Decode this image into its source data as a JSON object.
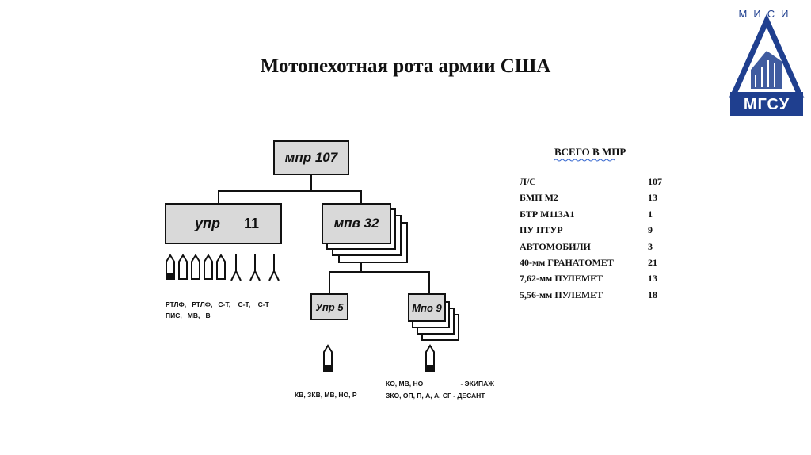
{
  "slide": {
    "title": "Мотопехотная рота армии США"
  },
  "logo": {
    "abbr": "МИСИ",
    "name": "МГСУ",
    "color": "#1f3f8f"
  },
  "diagram": {
    "root": {
      "label": "мпр 107"
    },
    "hq": {
      "label": "упр",
      "count": "11"
    },
    "platoon": {
      "label": "мпв 32"
    },
    "hq_platoon": {
      "label": "Упр 5"
    },
    "squad": {
      "label": "Мпо 9"
    },
    "hq_personnel_line1": "РТЛФ,   РТЛФ,   С-Т,    С-Т,    С-Т",
    "hq_personnel_line2": "ПИС,   МВ,   В",
    "hq_platoon_personnel": "КВ, ЗКВ, МВ, НО, Р",
    "squad_personnel_line1": "КО, МВ, НО                    - ЭКИПАЖ",
    "squad_personnel_line2": "ЗКО, ОП, П, А, А, СГ - ДЕСАНТ"
  },
  "summary": {
    "title": "ВСЕГО  В  МПР",
    "rows": [
      {
        "label": "Л/С",
        "value": "107"
      },
      {
        "label": "БМП М2",
        "value": "13"
      },
      {
        "label": "БТР М113А1",
        "value": "1"
      },
      {
        "label": "ПУ ПТУР",
        "value": "9"
      },
      {
        "label": "АВТОМОБИЛИ",
        "value": "3"
      },
      {
        "label": "40-мм ГРАНАТОМЕТ",
        "value": "21"
      },
      {
        "label": "7,62-мм ПУЛЕМЕТ",
        "value": "13"
      },
      {
        "label": "5,56-мм ПУЛЕМЕТ",
        "value": "18"
      }
    ]
  }
}
